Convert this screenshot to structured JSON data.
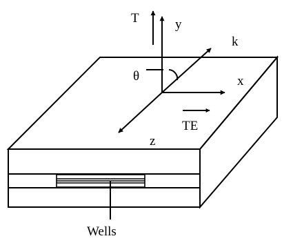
{
  "labels": {
    "T": "T",
    "y": "y",
    "k": "k",
    "theta": "θ",
    "x": "x",
    "TE": "TE",
    "z": "z",
    "wells": "Wells"
  }
}
